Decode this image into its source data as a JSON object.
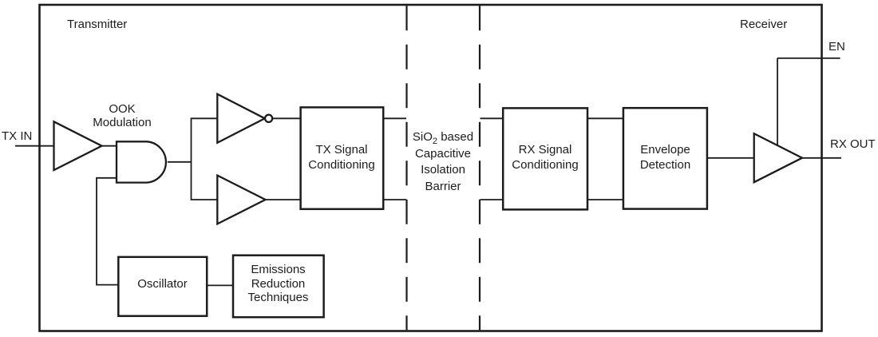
{
  "diagram": {
    "sections": {
      "transmitter": "Transmitter",
      "receiver": "Receiver"
    },
    "ports": {
      "tx_in": "TX IN",
      "en": "EN",
      "rx_out": "RX OUT"
    },
    "and_gate_label": {
      "line1": "OOK",
      "line2": "Modulation"
    },
    "blocks": {
      "tx_conditioning": {
        "line1": "TX Signal",
        "line2": "Conditioning"
      },
      "rx_conditioning": {
        "line1": "RX Signal",
        "line2": "Conditioning"
      },
      "envelope_detection": {
        "line1": "Envelope",
        "line2": "Detection"
      },
      "oscillator": {
        "line1": "Oscillator"
      },
      "emissions_reduction": {
        "line1": "Emissions",
        "line2": "Reduction",
        "line3": "Techniques"
      }
    },
    "barrier_label": {
      "line1_prefix": "SiO",
      "line1_sub": "2",
      "line1_suffix": " based",
      "line2": "Capacitive",
      "line3": "Isolation",
      "line4": "Barrier"
    },
    "colors": {
      "line": "#1c1c1c",
      "text": "#1c1c1c",
      "background": "#ffffff"
    }
  }
}
